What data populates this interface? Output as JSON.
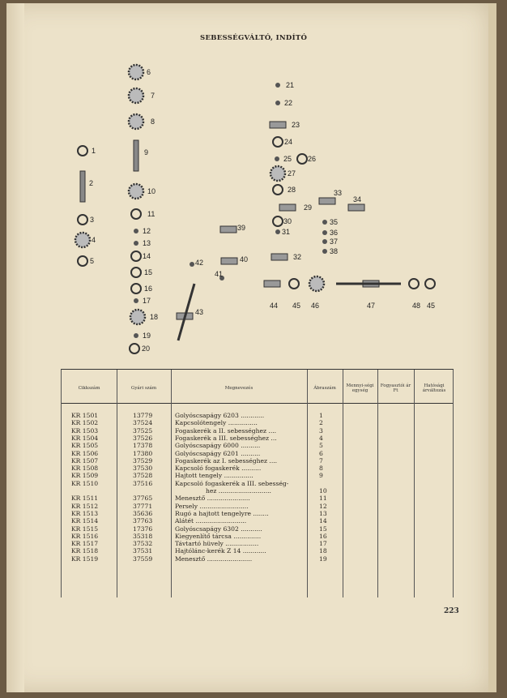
{
  "header": {
    "title": "SEBESSÉGVÁLTÓ, INDÍTÓ"
  },
  "figure": {
    "part_labels": [
      "6",
      "7",
      "8",
      "9",
      "10",
      "11",
      "12",
      "13",
      "14",
      "15",
      "16",
      "17",
      "18",
      "19",
      "20",
      "1",
      "2",
      "3",
      "4",
      "5",
      "21",
      "22",
      "23",
      "24",
      "25",
      "26",
      "27",
      "28",
      "29",
      "30",
      "31",
      "32",
      "33",
      "34",
      "35",
      "36",
      "37",
      "38",
      "39",
      "40",
      "41",
      "42",
      "43",
      "44",
      "45",
      "46",
      "47",
      "48",
      "45"
    ]
  },
  "table": {
    "headers": [
      "Cikkszám",
      "Gyári szám",
      "Megnevezés",
      "Ábraszám",
      "Mennyi-ségi egység",
      "Fogyasztói ár Ft",
      "Hatósági árváltozás"
    ],
    "rows": [
      [
        "KR 1501",
        "13779",
        "Golyóscsapágy 6203 ............",
        "1"
      ],
      [
        "KR 1502",
        "37524",
        "Kapcsolótengely ...............",
        "2"
      ],
      [
        "KR 1503",
        "37525",
        "Fogaskerék a II. sebességhez ....",
        "3"
      ],
      [
        "KR 1504",
        "37526",
        "Fogaskerék a III. sebességhez ...",
        "4"
      ],
      [
        "KR 1505",
        "17378",
        "Golyóscsapágy 6000 ..........",
        "5"
      ],
      [
        "KR 1506",
        "17380",
        "Golyóscsapágy 6201 ..........",
        "6"
      ],
      [
        "KR 1507",
        "37529",
        "Fogaskerék az I. sebességhez ....",
        "7"
      ],
      [
        "KR 1508",
        "37530",
        "Kapcsoló fogaskerék ..........",
        "8"
      ],
      [
        "KR 1509",
        "37528",
        "Hajtott tengely ...............",
        "9"
      ],
      [
        "KR 1510",
        "37516",
        "Kapcsoló fogaskerék a III. sebesség-",
        ""
      ],
      [
        "",
        "",
        "hez ...........................",
        "10"
      ],
      [
        "KR 1511",
        "37765",
        "Menesztő ......................",
        "11"
      ],
      [
        "KR 1512",
        "37771",
        "Persely .........................",
        "12"
      ],
      [
        "KR 1513",
        "35636",
        "Rugó a hajtott tengelyre ........",
        "13"
      ],
      [
        "KR 1514",
        "37763",
        "Alátét ..........................",
        "14"
      ],
      [
        "KR 1515",
        "17376",
        "Golyóscsapágy 6302 ...........",
        "15"
      ],
      [
        "KR 1516",
        "35318",
        "Kiegyenlítő tárcsa ..............",
        "16"
      ],
      [
        "KR 1517",
        "37532",
        "Távtartó hüvely .................",
        "17"
      ],
      [
        "KR 1518",
        "37531",
        "Hajtólánc-kerék Z 14 ............",
        "18"
      ],
      [
        "KR 1519",
        "37559",
        "Menesztő .......................",
        "19"
      ]
    ]
  },
  "footer": {
    "page_number": "223"
  }
}
